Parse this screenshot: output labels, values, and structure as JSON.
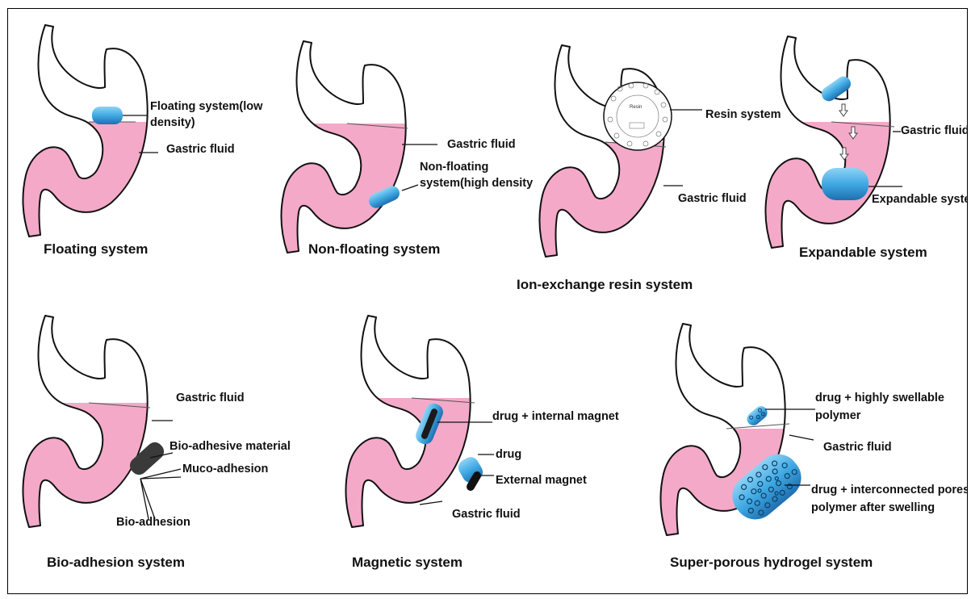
{
  "colors": {
    "fluid": "#f4a9c8",
    "outline": "#111111",
    "capsule": "#3fa9e3",
    "capsule_dark": "#1f6fb0",
    "mucoadhesive": "#3a3a3a"
  },
  "panels": {
    "floating": {
      "title": "Floating system",
      "label_system_1": "Floating system(low",
      "label_system_2": "density)",
      "label_fluid": "Gastric fluid"
    },
    "non_floating": {
      "title": "Non-floating system",
      "label_fluid": "Gastric fluid",
      "label_system_1": "Non-floating",
      "label_system_2": "system(high density"
    },
    "ion_exchange": {
      "title": "Ion-exchange resin system",
      "label_resin": "Resin system",
      "label_fluid": "Gastric fluid",
      "resin_inner_label": "Resin"
    },
    "expandable": {
      "title": "Expandable system",
      "label_fluid": "Gastric fluid",
      "label_system": "Expandable system"
    },
    "bio_adhesion": {
      "title": "Bio-adhesion system",
      "label_fluid": "Gastric fluid",
      "label_material": "Bio-adhesive material",
      "label_muco": "Muco-adhesion",
      "label_bio": "Bio-adhesion"
    },
    "magnetic": {
      "title": "Magnetic system",
      "label_internal": "drug + internal magnet",
      "label_drug": "drug",
      "label_external": "External magnet",
      "label_fluid": "Gastric fluid"
    },
    "hydrogel": {
      "title": "Super-porous hydrogel system",
      "label_drug_1": "drug + highly swellable",
      "label_drug_2": "polymer",
      "label_fluid": "Gastric fluid",
      "label_pores_1": "drug + interconnected pores",
      "label_pores_2": "polymer after swelling"
    }
  }
}
